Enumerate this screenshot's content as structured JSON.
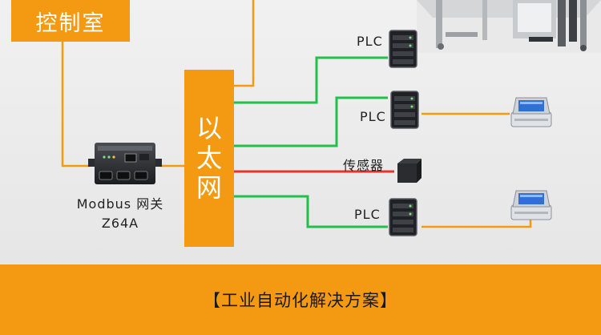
{
  "control_room": {
    "label": "控制室"
  },
  "ethernet": {
    "chars": [
      "以",
      "太",
      "网"
    ]
  },
  "gateway": {
    "line1": "Modbus 网关",
    "line2": "Z64A"
  },
  "nodes": {
    "plc_1": "PLC",
    "plc_2": "PLC",
    "sensor": "传感器",
    "plc_3": "PLC"
  },
  "footer": {
    "title": "【工业自动化解决方案】"
  },
  "colors": {
    "accent": "#f39a12",
    "ethernet_link": "#22c04a",
    "serial_link": "#e8332a",
    "orange_link": "#f39a12"
  }
}
